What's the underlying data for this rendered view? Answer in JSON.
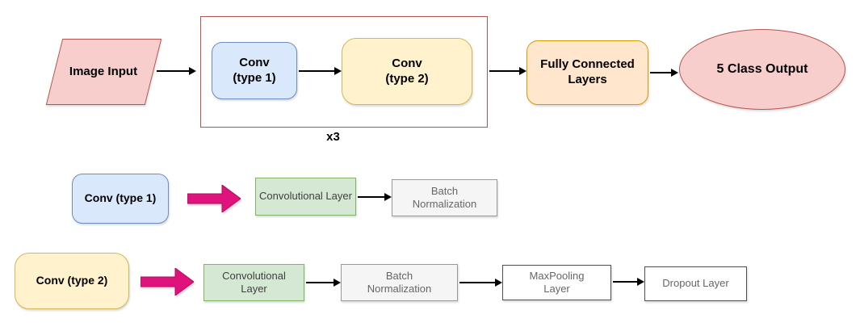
{
  "diagram": {
    "title_hint": "CNN architecture flow diagram",
    "top_flow": {
      "image_input": "Image Input",
      "conv_type1": "Conv\n(type 1)",
      "conv_type2": "Conv\n(type 2)",
      "repeat_label": "x3",
      "fully_connected": "Fully Connected\nLayers",
      "class_output": "5 Class Output"
    },
    "conv1_expansion": {
      "source": "Conv (type 1)",
      "steps": [
        "Convolutional Layer",
        "Batch\nNormalization"
      ]
    },
    "conv2_expansion": {
      "source": "Conv (type 2)",
      "steps": [
        "Convolutional\nLayer",
        "Batch\nNormalization",
        "MaxPooling\nLayer",
        "Dropout Layer"
      ]
    },
    "colors": {
      "background": "#ffffff",
      "pink_fill": "#f8cecc",
      "pink_stroke": "#b85450",
      "blue_fill": "#dae8fc",
      "blue_stroke": "#6c8ebf",
      "yellow_fill": "#fff2cc",
      "yellow_stroke": "#d6b656",
      "orange_fill": "#ffe6cc",
      "orange_stroke": "#d79b00",
      "green_fill": "#d5e8d4",
      "green_stroke": "#82b366",
      "gray_fill": "#f5f5f5",
      "gray_stroke": "#999999",
      "white_fill": "#ffffff",
      "white_stroke": "#4f4f4f",
      "group_stroke": "#b85450",
      "connector": "#000000",
      "bold_arrow": "#e0127c"
    }
  }
}
